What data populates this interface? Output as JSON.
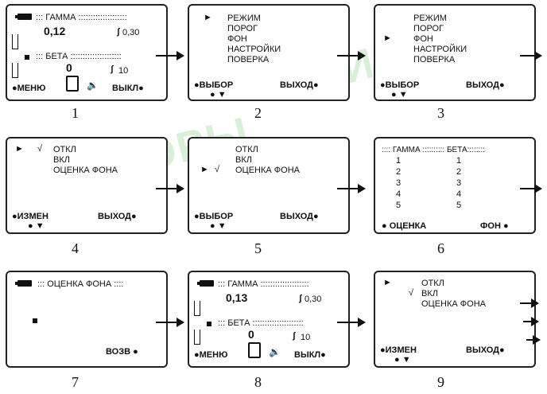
{
  "watermark": "ПРИБОРЫ",
  "panel_numbers": [
    "1",
    "2",
    "3",
    "4",
    "5",
    "6",
    "7",
    "8",
    "9"
  ],
  "panel1": {
    "gamma_header": "::: ГАММА ::::::::::::::::::::",
    "gamma_value": "0,12",
    "gamma_threshold": "0,30",
    "beta_header": "::: БЕТА :::::::::::::::::::::",
    "beta_value": "0",
    "beta_threshold": "10",
    "menu": "●МЕНЮ",
    "off": "ВЫКЛ●"
  },
  "panel2": {
    "cursor": "►",
    "items": [
      "РЕЖИМ",
      "ПОРОГ",
      "ФОН",
      "НАСТРОЙКИ",
      "ПОВЕРКА"
    ],
    "left": "●ВЫБОР",
    "right": "ВЫХОД●",
    "nav": "●   ▼"
  },
  "panel3": {
    "cursor": "►",
    "items": [
      "РЕЖИМ",
      "ПОРОГ",
      "ФОН",
      "НАСТРОЙКИ",
      "ПОВЕРКА"
    ],
    "left": "●ВЫБОР",
    "right": "ВЫХОД●",
    "nav": "●   ▼"
  },
  "panel4": {
    "cursor": "►",
    "check": "√",
    "items": [
      "ОТКЛ",
      "ВКЛ",
      "ОЦЕНКА ФОНА"
    ],
    "left": "●ИЗМЕН",
    "right": "ВЫХОД●",
    "nav": "●   ▼"
  },
  "panel5": {
    "cursor": "►",
    "check": "√",
    "items": [
      "ОТКЛ",
      "ВКЛ",
      "ОЦЕНКА ФОНА"
    ],
    "left": "●ВЫБОР",
    "right": "ВЫХОД●",
    "nav": "●   ▼"
  },
  "panel6": {
    "header": ":::: ГАММА :::::::::: БЕТА::::::::",
    "gamma": [
      "1",
      "2",
      "3",
      "4",
      "5"
    ],
    "beta": [
      "1",
      "2",
      "3",
      "4",
      "5"
    ],
    "left": "● ОЦЕНКА",
    "right": "ФОН ●"
  },
  "panel7": {
    "header": "::: ОЦЕНКА ФОНА ::::",
    "right": "ВОЗВ ●"
  },
  "panel8": {
    "gamma_header": "::: ГАММА ::::::::::::::::::::",
    "gamma_value": "0,13",
    "gamma_threshold": "0,30",
    "beta_header": "::: БЕТА :::::::::::::::::::::",
    "beta_value": "0",
    "beta_threshold": "10",
    "menu": "●МЕНЮ",
    "off": "ВЫКЛ●"
  },
  "panel9": {
    "cursor": "►",
    "check": "√",
    "items": [
      "ОТКЛ",
      "ВКЛ",
      "ОЦЕНКА ФОНА"
    ],
    "left": "●ИЗМЕН",
    "right": "ВЫХОД●",
    "nav": "●   ▼"
  }
}
